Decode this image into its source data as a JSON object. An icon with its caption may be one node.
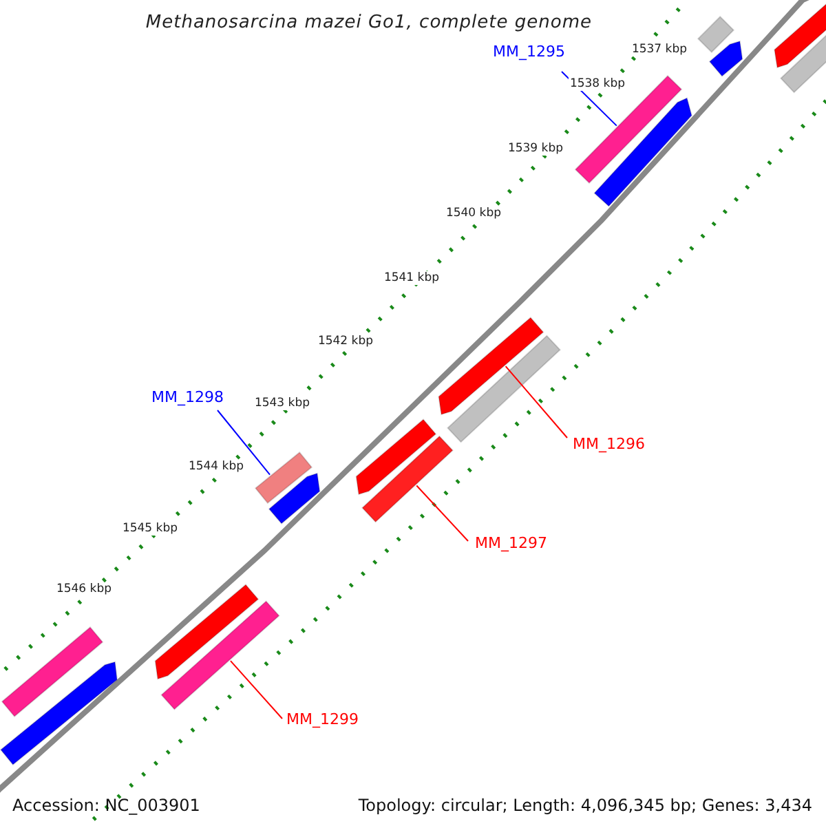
{
  "diagram": {
    "title": "Methanosarcina mazei Go1, complete genome",
    "nodes": [
      {
        "text": [
          "MM_1295"
        ]
      },
      {
        "text": [
          "MM_1298"
        ]
      },
      {
        "text": [
          "MM_1296"
        ]
      },
      {
        "text": [
          "MM_1297"
        ]
      },
      {
        "text": [
          "MM_1299"
        ]
      },
      {
        "text": [],
        "shape": "bar"
      },
      {
        "text": [],
        "shape": "arrow"
      },
      {
        "text": [],
        "shape": "bar"
      },
      {
        "text": [],
        "shape": "arrow"
      },
      {
        "text": [],
        "shape": "arrow"
      },
      {
        "text": [],
        "shape": "bar"
      },
      {
        "text": [],
        "shape": "arrow"
      },
      {
        "text": [],
        "shape": "bar"
      },
      {
        "text": [],
        "shape": "arrow"
      },
      {
        "text": [],
        "shape": "bar"
      },
      {
        "text": [],
        "shape": "bar"
      },
      {
        "text": [],
        "shape": "arrow"
      },
      {
        "text": [],
        "shape": "arrow"
      },
      {
        "text": [],
        "shape": "bar"
      },
      {
        "text": [],
        "shape": "bar"
      },
      {
        "text": [],
        "shape": "arrow"
      }
    ],
    "edges": [
      {
        "from": 0,
        "to": 7,
        "arrow": "none",
        "color": "#0000ff"
      },
      {
        "from": 1,
        "to": 15,
        "arrow": "none",
        "color": "#0000ff"
      },
      {
        "from": 2,
        "to": 11,
        "arrow": "none",
        "color": "#ff0000"
      },
      {
        "from": 3,
        "to": 14,
        "arrow": "none",
        "color": "#ff0000"
      },
      {
        "from": 4,
        "to": 18,
        "arrow": "none",
        "color": "#ff0000"
      }
    ],
    "labels": [
      "1537 kbp",
      "1538 kbp",
      "1539 kbp",
      "1540 kbp",
      "1541 kbp",
      "1542 kbp",
      "1543 kbp",
      "1544 kbp",
      "1545 kbp",
      "1546 kbp",
      "Accession: NC_003901",
      "Topology: circular; Length: 4,096,345 bp; Genes: 3,434"
    ]
  }
}
